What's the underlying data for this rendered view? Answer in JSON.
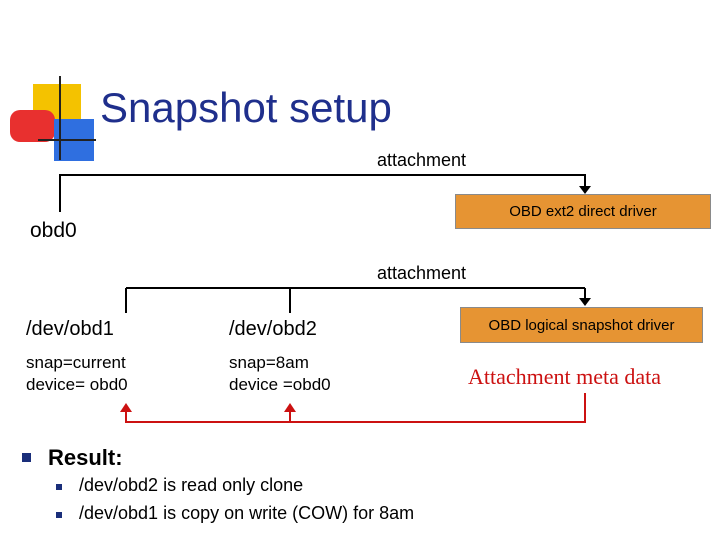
{
  "colors": {
    "title": "#1f2f8c",
    "box": "#e69433",
    "meta": "#cc1111",
    "bullet": "#1a2e7a",
    "deco_yellow": "#f4c200",
    "deco_red": "#e8302f",
    "deco_blue": "#2f6fe0"
  },
  "title": "Snapshot setup",
  "top": {
    "attachment": "attachment",
    "obd0": "obd0",
    "driver": "OBD ext2 direct driver"
  },
  "middle": {
    "attachment": "attachment",
    "driver": "OBD logical snapshot driver",
    "meta": "Attachment meta data"
  },
  "devices": [
    {
      "name": "/dev/obd1",
      "line1": "snap=current",
      "line2": "device= obd0"
    },
    {
      "name": "/dev/obd2",
      "line1": "snap=8am",
      "line2": "device =obd0"
    }
  ],
  "result": {
    "label": "Result:",
    "items": [
      "/dev/obd2 is read only clone",
      "/dev/obd1 is copy on write (COW) for 8am"
    ]
  }
}
